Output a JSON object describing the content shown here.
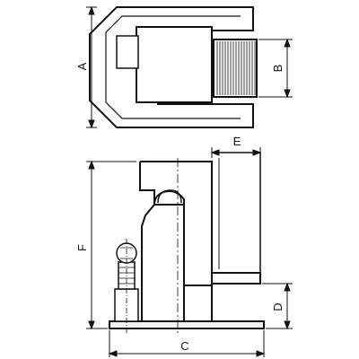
{
  "dimensions": {
    "A": "A",
    "B": "B",
    "C": "C",
    "D": "D",
    "E": "E",
    "F": "F"
  },
  "colors": {
    "stroke": "#111111",
    "fill": "#f2f2f2",
    "background": "#ffffff"
  }
}
